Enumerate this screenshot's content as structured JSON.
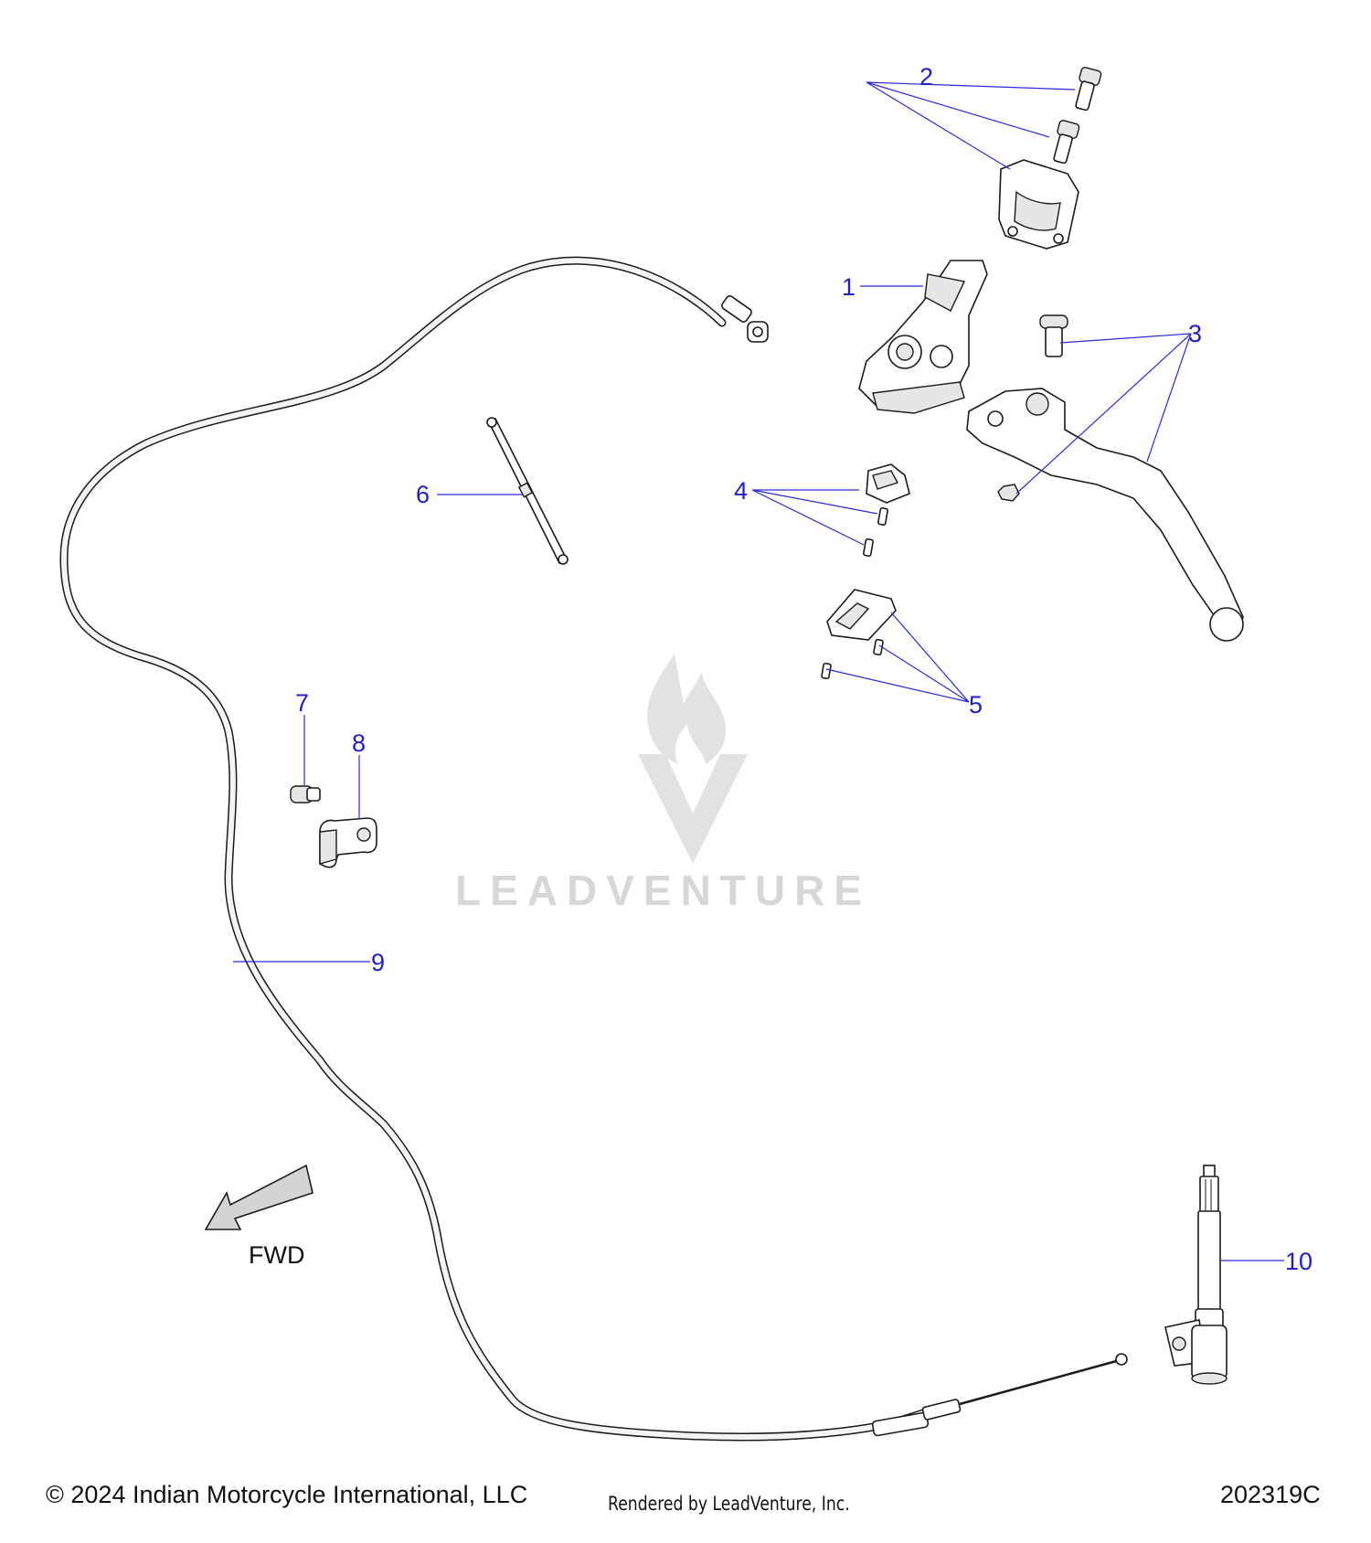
{
  "callouts": {
    "c1": "1",
    "c2": "2",
    "c3": "3",
    "c4": "4",
    "c5": "5",
    "c6": "6",
    "c7": "7",
    "c8": "8",
    "c9": "9",
    "c10": "10"
  },
  "direction": {
    "label": "FWD"
  },
  "watermark": {
    "text": "LEADVENTURE"
  },
  "footer": {
    "copyright": "© 2024 Indian Motorcycle International, LLC",
    "rendered_by": "Rendered by LeadVenture, Inc.",
    "diagram_code": "202319C"
  },
  "colors": {
    "callout": "#2020c8",
    "leader": "#2a2ae0",
    "watermark": "#d7d7d7"
  }
}
